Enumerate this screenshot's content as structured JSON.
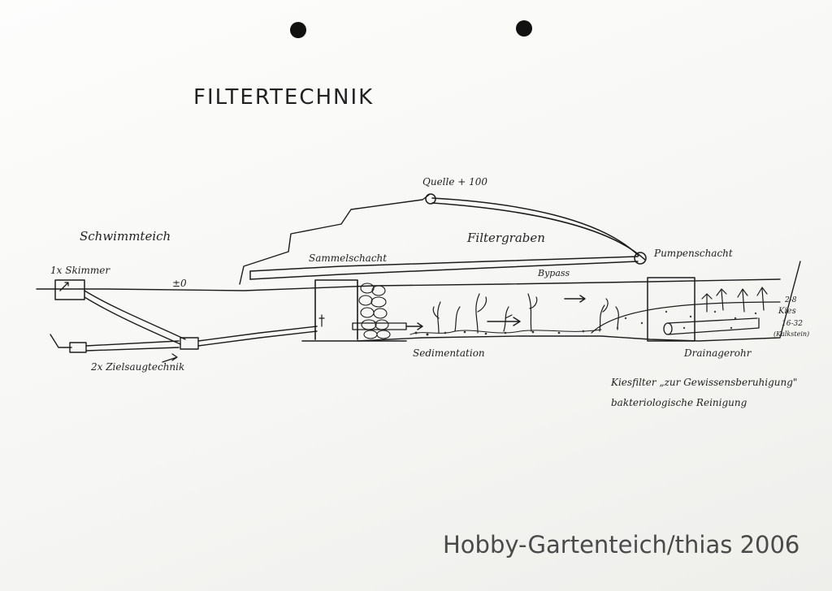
{
  "title": "FILTERTECHNIK",
  "labels": {
    "schwimmteich": "Schwimmteich",
    "skimmer": "1x Skimmer",
    "wasserstand": "±0",
    "zielsaug": "2x Zielsaugtechnik",
    "sammelschacht": "Sammelschacht",
    "quelle": "Quelle + 100",
    "filtergraben": "Filtergraben",
    "bypass": "Bypass",
    "pumpenschacht": "Pumpenschacht",
    "sedimentation": "Sedimentation",
    "drainagerohr": "Drainagerohr",
    "kies_a": "2-8",
    "kies_b": "Kies",
    "kies_c": "16-32",
    "kies_d": "(Kalkstein)",
    "note_1": "Kiesfilter „zur Gewissensberuhigung\"",
    "note_2": "bakteriologische Reinigung"
  },
  "watermark": "Hobby-Gartenteich/thias 2006"
}
